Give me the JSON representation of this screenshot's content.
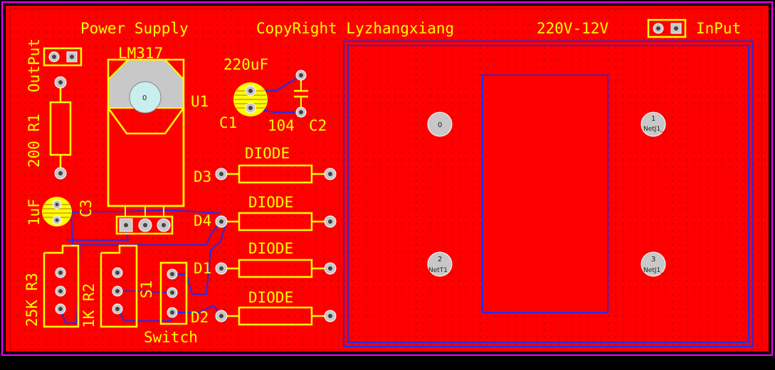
{
  "board": {
    "colors": {
      "background": "#000000",
      "copper": "#FF0000",
      "silkscreen": "#FFFF00",
      "board_edge": "#FF00FF",
      "bottom_trace": "#2A2AE0",
      "pad": "#C8C8C8"
    }
  },
  "silkscreen": {
    "title": "Power Supply",
    "copyright": "CopyRight Lyzhangxiang",
    "voltage": "220V-12V",
    "input": "InPut",
    "output": "OutPut",
    "regulator_value": "LM317",
    "regulator_ref": "U1",
    "cap_c1_value": "220uF",
    "cap_c1_ref": "C1",
    "cap_c2_value": "104",
    "cap_c2_ref": "C2",
    "r1_label": "200 R1",
    "c3_value": "1uF",
    "c3_ref": "C3",
    "r3_label": "25K R3",
    "r2_label": "1K R2",
    "s1_ref": "S1",
    "switch_label": "Switch",
    "diodes": [
      {
        "ref": "D3",
        "value": "DIODE"
      },
      {
        "ref": "D4",
        "value": "DIODE"
      },
      {
        "ref": "D1",
        "value": "DIODE"
      },
      {
        "ref": "D2",
        "value": "DIODE"
      }
    ]
  },
  "pads": {
    "regulator_tab": "0",
    "transformer": [
      {
        "number": "0",
        "net": ""
      },
      {
        "number": "1",
        "net": "NetJ1_"
      },
      {
        "number": "2",
        "net": "NetT1"
      },
      {
        "number": "3",
        "net": "NetJ1_"
      }
    ]
  }
}
